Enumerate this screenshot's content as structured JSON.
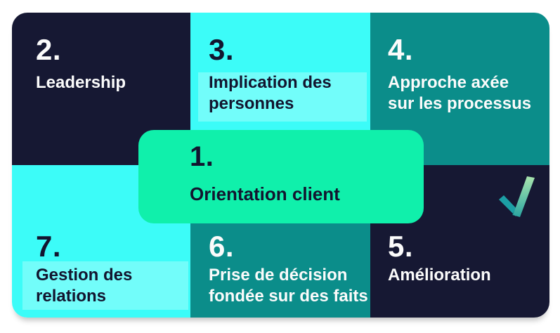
{
  "palette": {
    "navy": "#161833",
    "cyan": "#3CFCF8",
    "teal": "#0B8D8A",
    "green": "#10F0AB",
    "text_dark": "#12152F",
    "text_light": "#FBFBFB",
    "background": "#FFFFFF"
  },
  "center_card": {
    "number": "1.",
    "label": "Orientation client"
  },
  "cells": [
    {
      "number": "2.",
      "label": "Leadership"
    },
    {
      "number": "3.",
      "label": "Implication des\npersonnes"
    },
    {
      "number": "4.",
      "label": "Approche axée\nsur les processus"
    },
    {
      "number": "7.",
      "label": "Gestion des\nrelations"
    },
    {
      "number": "6.",
      "label": "Prise de décision\nfondée sur des faits"
    },
    {
      "number": "5.",
      "label": "Amélioration"
    }
  ],
  "icons": {
    "logo": "checkmark-icon",
    "logo_gradient_top": "#A9E5AE",
    "logo_gradient_bottom": "#2AA5A1",
    "logo_short_stroke": "#1C9FA5",
    "logo_fold": "#0C7077"
  }
}
